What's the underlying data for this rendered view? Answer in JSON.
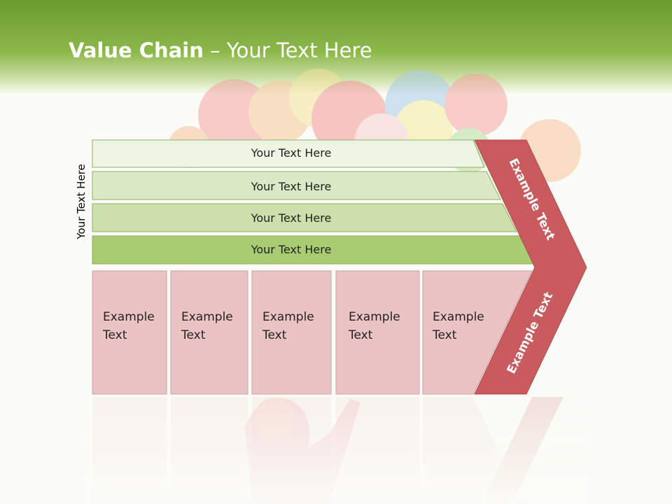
{
  "title": {
    "main": "Value Chain",
    "separator": " – ",
    "sub": "Your Text Here"
  },
  "side_label": "Your Text Here",
  "bands": [
    {
      "label": "Your Text Here",
      "color": "#eef5e3"
    },
    {
      "label": "Your Text Here",
      "color": "#dce9c6"
    },
    {
      "label": "Your Text Here",
      "color": "#cde0ab"
    },
    {
      "label": "Your Text Here",
      "color": "#a9cb72"
    }
  ],
  "boxes": [
    {
      "line1": "Example",
      "line2": "Text"
    },
    {
      "line1": "Example",
      "line2": "Text"
    },
    {
      "line1": "Example",
      "line2": "Text"
    },
    {
      "line1": "Example",
      "line2": "Text"
    },
    {
      "line1": "Example",
      "line2": "Text"
    }
  ],
  "chevron": {
    "upper": "Example Text",
    "lower": "Example Text",
    "color": "#c95b5e"
  },
  "colors": {
    "box_fill": "#ecc3c4",
    "box_stroke": "#c9a3a4",
    "band_stroke": "#8fae60"
  }
}
